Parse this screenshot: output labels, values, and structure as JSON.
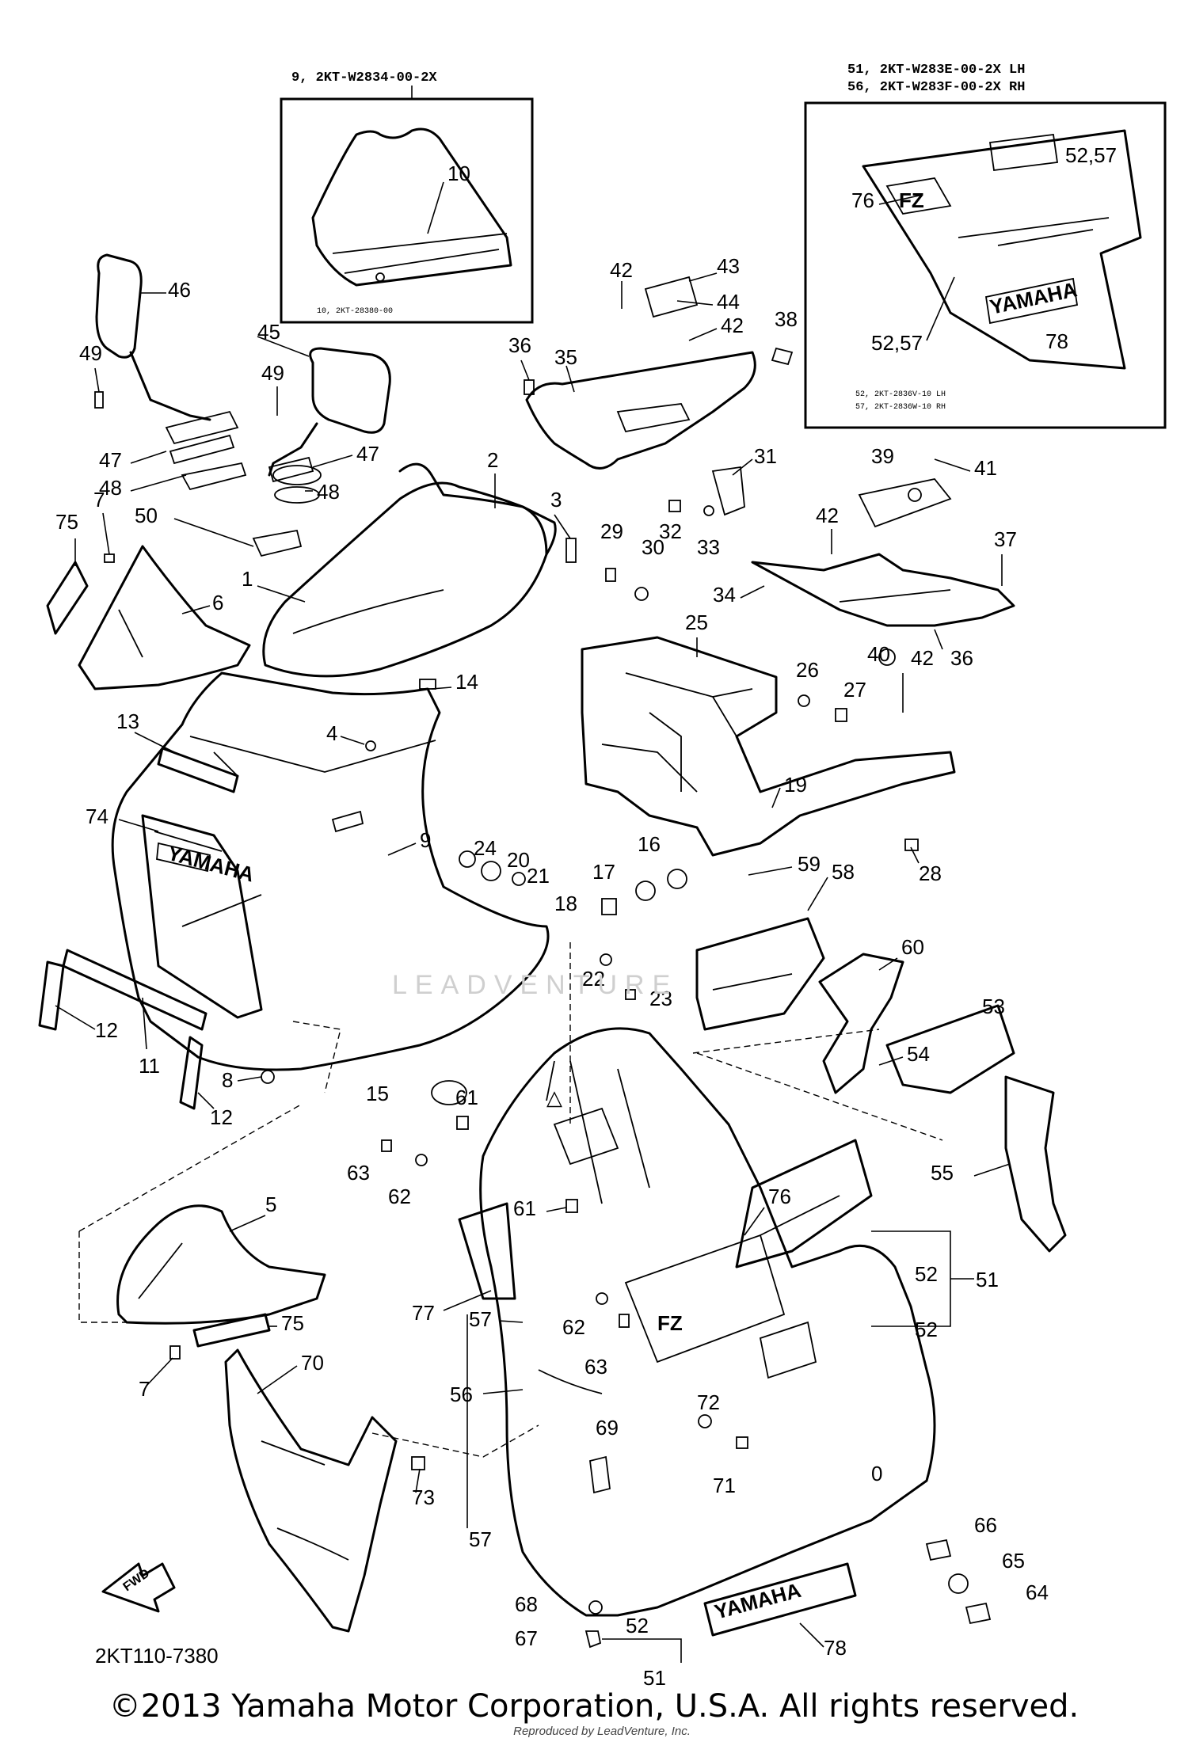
{
  "header_left": {
    "part": "9, 2KT-W2834-00-2X",
    "subpart": "10, 2KT-28380-00"
  },
  "header_right": {
    "line1": "51, 2KT-W283E-00-2X LH",
    "line2": "56, 2KT-W283F-00-2X RH",
    "sub1": "52, 2KT-2836V-10 LH",
    "sub2": "57, 2KT-2836W-10 RH",
    "decal_text": "YAMAHA",
    "emblem_text": "FZ"
  },
  "callouts": [
    "1",
    "2",
    "3",
    "4",
    "5",
    "6",
    "7",
    "7",
    "8",
    "9",
    "10",
    "11",
    "12",
    "12",
    "13",
    "14",
    "15",
    "16",
    "17",
    "18",
    "19",
    "20",
    "21",
    "22",
    "23",
    "24",
    "25",
    "26",
    "27",
    "28",
    "29",
    "30",
    "31",
    "32",
    "33",
    "34",
    "35",
    "36",
    "36",
    "37",
    "38",
    "39",
    "40",
    "41",
    "42",
    "42",
    "42",
    "42",
    "43",
    "44",
    "45",
    "46",
    "47",
    "47",
    "48",
    "48",
    "49",
    "49",
    "50",
    "51",
    "51",
    "52",
    "52",
    "52",
    "52,57",
    "52,57",
    "53",
    "54",
    "55",
    "56",
    "57",
    "57",
    "58",
    "59",
    "60",
    "61",
    "61",
    "62",
    "62",
    "63",
    "63",
    "64",
    "65",
    "66",
    "67",
    "68",
    "69",
    "70",
    "71",
    "72",
    "73",
    "74",
    "75",
    "75",
    "76",
    "76",
    "77",
    "78",
    "78"
  ],
  "diagram_code": "2KT110-7380",
  "fwd_label": "FWD",
  "copyright": "©2013 Yamaha Motor Corporation, U.S.A. All rights reserved.",
  "reproduced_note": "Reproduced by LeadVenture, Inc."
}
